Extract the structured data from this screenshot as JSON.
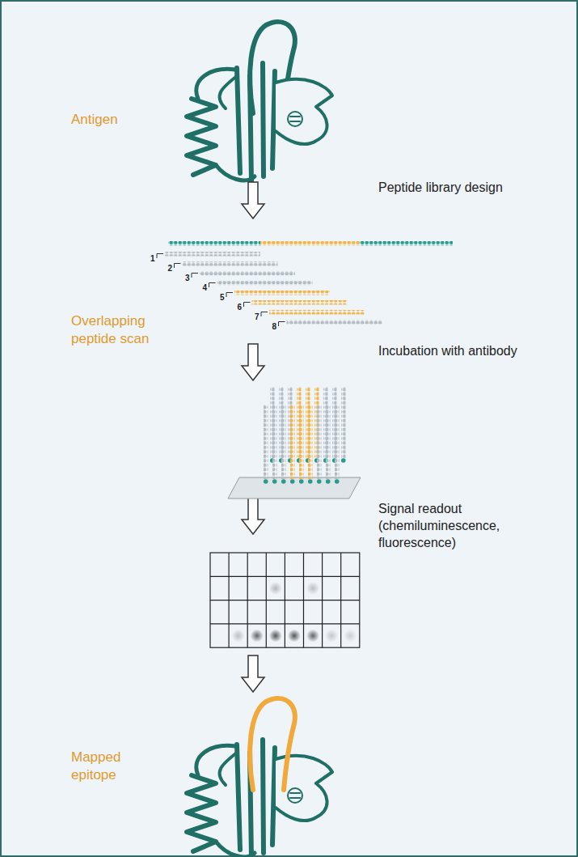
{
  "diagram": {
    "labels": [
      "Antigen",
      "Peptide library design",
      "1",
      "2",
      "3",
      "4",
      "5",
      "6",
      "7",
      "8",
      "Overlapping peptide scan",
      "Incubation with antibody",
      "Signal readout (chemiluminescence, fluorescence)",
      "Mapped epitope"
    ]
  }
}
